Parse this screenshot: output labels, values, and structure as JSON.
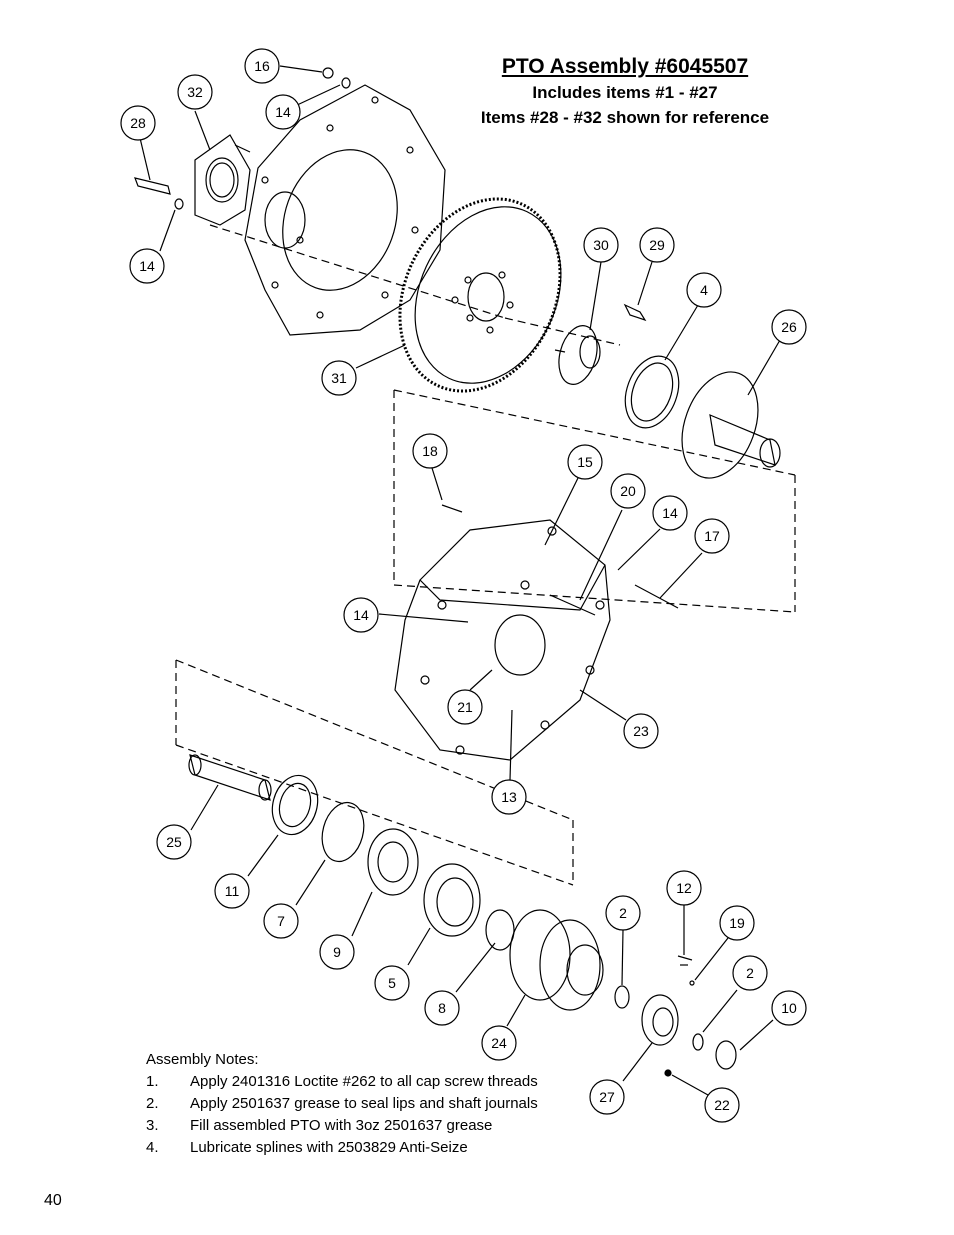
{
  "title": {
    "heading": "PTO Assembly #6045507",
    "line2": "Includes items #1 - #27",
    "line3": "Items #28 - #32 shown for reference"
  },
  "callouts": [
    "16",
    "32",
    "14",
    "28",
    "14",
    "30",
    "29",
    "4",
    "26",
    "31",
    "18",
    "15",
    "20",
    "14",
    "17",
    "14",
    "21",
    "23",
    "13",
    "25",
    "11",
    "7",
    "9",
    "5",
    "8",
    "24",
    "2",
    "12",
    "19",
    "2",
    "10",
    "27",
    "22"
  ],
  "assembly_notes": {
    "heading": "Assembly Notes:",
    "items": [
      {
        "num": "1.",
        "text": "Apply 2401316 Loctite #262 to all cap screw threads"
      },
      {
        "num": "2.",
        "text": "Apply 2501637 grease to seal lips and shaft journals"
      },
      {
        "num": "3.",
        "text": "Fill assembled PTO with 3oz 2501637 grease"
      },
      {
        "num": "4.",
        "text": "Lubricate splines with 2503829 Anti-Seize"
      }
    ]
  },
  "page_number": "40"
}
